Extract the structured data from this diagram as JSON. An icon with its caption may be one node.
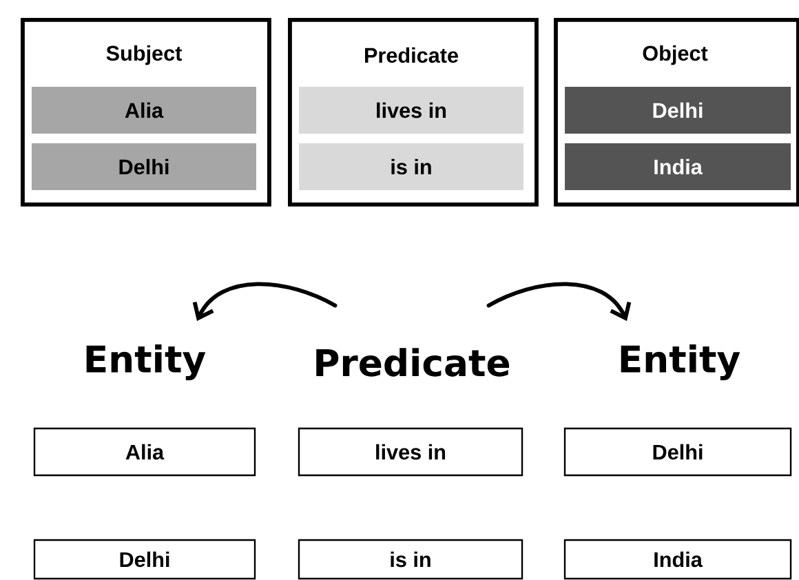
{
  "diagram": {
    "nodes": [
      {
        "text": [
          "Subject"
        ]
      },
      {
        "text": [
          "Alia"
        ],
        "in": 0
      },
      {
        "text": [
          "Delhi"
        ],
        "in": 0
      },
      {
        "text": [
          "Predicate"
        ]
      },
      {
        "text": [
          "lives in"
        ],
        "in": 3
      },
      {
        "text": [
          "is in"
        ],
        "in": 3
      },
      {
        "text": [
          "Object"
        ]
      },
      {
        "text": [
          "Delhi"
        ],
        "in": 6
      },
      {
        "text": [
          "India"
        ],
        "in": 6
      },
      {
        "text": [
          "Entity"
        ]
      },
      {
        "text": [
          "Predicate"
        ]
      },
      {
        "text": [
          "Entity"
        ]
      },
      {
        "text": [
          "Alia"
        ]
      },
      {
        "text": [
          "lives in"
        ]
      },
      {
        "text": [
          "Delhi"
        ]
      },
      {
        "text": [
          "Delhi"
        ]
      },
      {
        "text": [
          "is in"
        ]
      },
      {
        "text": [
          "India"
        ]
      }
    ],
    "edges": [
      {
        "from": 10,
        "to": 9,
        "arrow": "to"
      },
      {
        "from": 10,
        "to": 11,
        "arrow": "to"
      }
    ]
  }
}
